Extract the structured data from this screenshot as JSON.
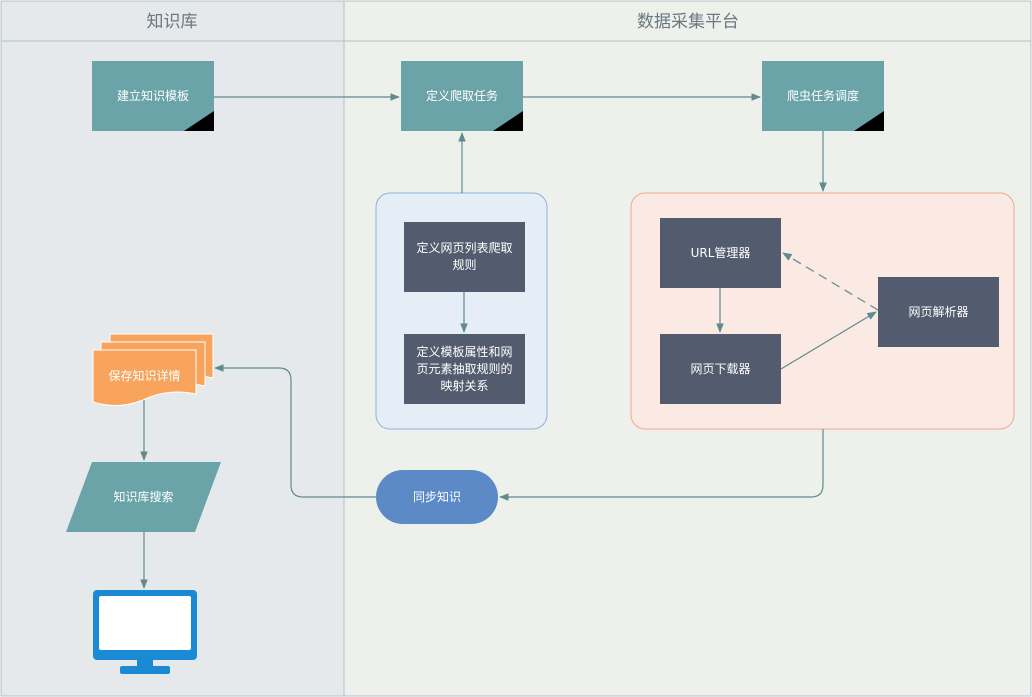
{
  "lanes": {
    "left_title": "知识库",
    "right_title": "数据采集平台"
  },
  "nodes": {
    "build_template": "建立知识模板",
    "define_crawl_task": "定义爬取任务",
    "crawler_schedule": "爬虫任务调度",
    "define_list_rule": "定义网页列表爬取规则",
    "define_mapping": "定义模板属性和网页元素抽取规则的映射关系",
    "url_manager": "URL管理器",
    "page_downloader": "网页下载器",
    "page_parser": "网页解析器",
    "sync_knowledge": "同步知识",
    "save_knowledge": "保存知识详情",
    "kb_search": "知识库搜索"
  },
  "colors": {
    "teal": "#6aa3a8",
    "slate": "#525c6e",
    "orange": "#f8a45c",
    "blue_pill": "#5b8ac6",
    "monitor": "#1a8ad4",
    "left_lane_bg": "#e6e9ec",
    "right_lane_bg": "#eef0ec",
    "group_blue_bg": "#e5edf6",
    "group_orange_bg": "#fbe9e3",
    "connector": "#5f8b8f"
  },
  "icons": {
    "monitor": "monitor-icon"
  }
}
